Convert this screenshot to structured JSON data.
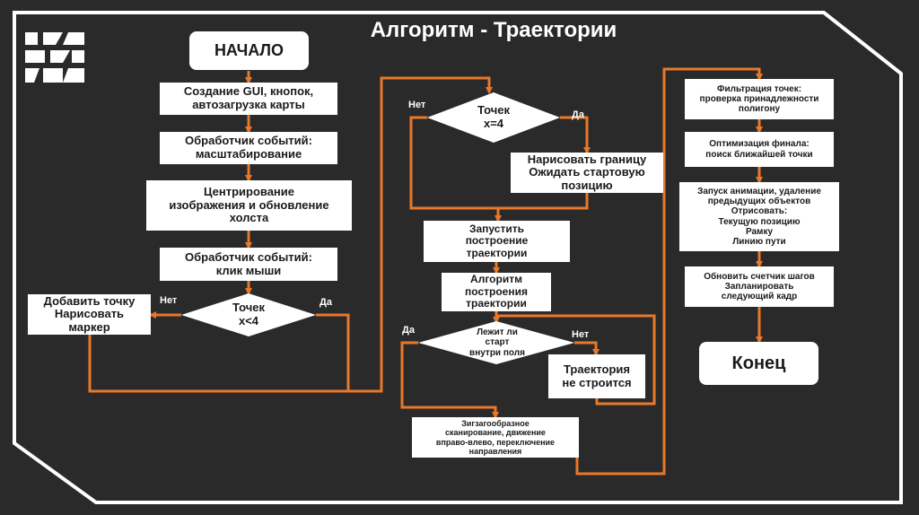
{
  "title": "Алгоритм - Траектории",
  "logo": {
    "icon": "brand-logo-icon"
  },
  "colors": {
    "background": "#2a2a2a",
    "frame": "#ffffff",
    "arrows": "#e8782a",
    "box": "#ffffff"
  },
  "nodes": {
    "start": "НАЧАЛО",
    "create_gui": "Создание GUI, кнопок,\nавтозагрузка карты",
    "handler_scale": "Обработчик событий:\nмасштабирование",
    "centering": "Центрирование\nизображения и обновление\nхолста",
    "handler_click": "Обработчик событий:\nклик мыши",
    "decision_lt4": "Точек\nx<4",
    "add_point": "Добавить точку\nНарисовать\nмаркер",
    "decision_eq4": "Точек\nx=4",
    "draw_border": "Нарисовать границу\nОжидать стартовую\nпозицию",
    "launch_build": "Запустить\nпостроение\nтраектории",
    "algorithm_build": "Алгоритм\nпостроения\nтраектории",
    "decision_start_inside": "Лежит ли\nстарт\nвнутри поля",
    "not_built": "Траектория\nне строится",
    "zigzag": "Зигзагообразное\nсканирование, движение\nвправо-влево, переключение\nнаправления",
    "filter_points": "Фильтрация точек:\nпроверка принадлежности\nполигону",
    "optimize": "Оптимизация финала:\nпоиск ближайшей точки",
    "animation": "Запуск анимации, удаление\nпредыдущих объектов\nОтрисовать:\nТекущую позицию\nРамку\nЛинию пути",
    "update_counter": "Обновить счетчик шагов\nЗапланировать\nследующий кадр",
    "end": "Конец"
  },
  "edge_labels": {
    "lt4_no": "Нет",
    "lt4_yes": "Да",
    "eq4_no": "Нет",
    "eq4_yes": "Да",
    "inside_yes": "Да",
    "inside_no": "Нет"
  }
}
